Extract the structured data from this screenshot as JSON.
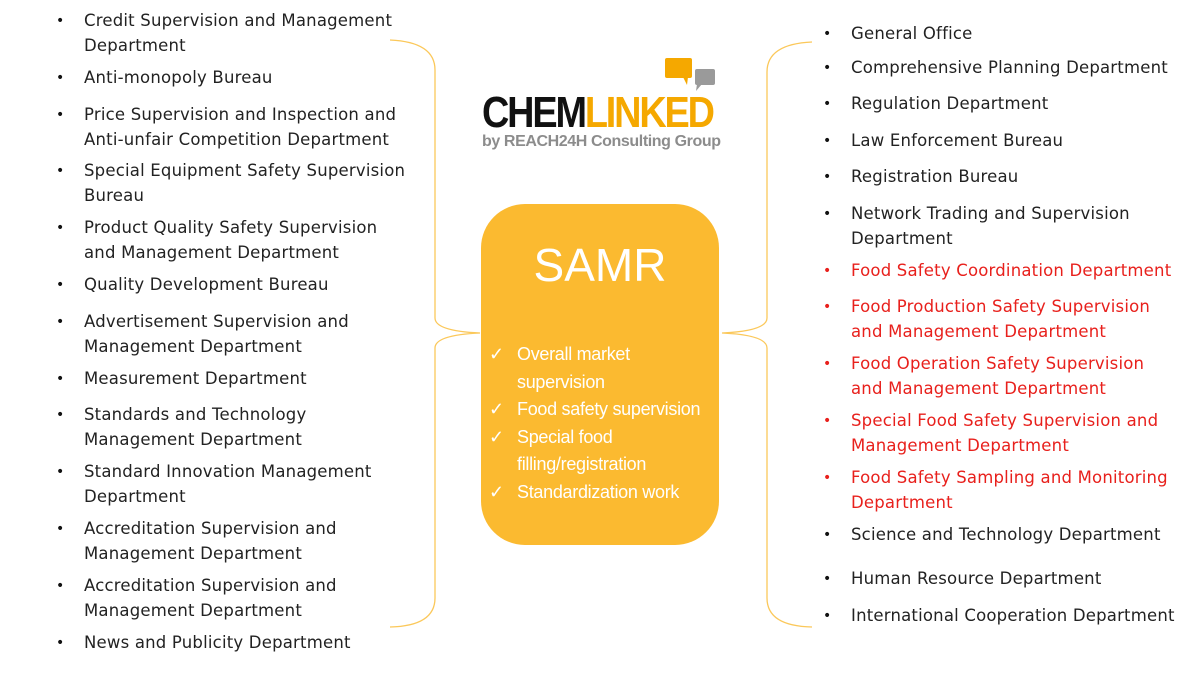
{
  "logo": {
    "part1": "CHEM",
    "part2": "LINKED",
    "sub": "by REACH24H Consulting Group",
    "dark": "#111111",
    "accent": "#f5a800",
    "grey": "#9a9a9a"
  },
  "center": {
    "title": "SAMR",
    "functions": [
      "Overall market supervision",
      "Food safety supervision",
      "Special food filling/registration",
      "Standardization work"
    ],
    "check": "✓",
    "color": "#fbba30"
  },
  "left_departments": [
    "Credit Supervision and Management Department",
    "Anti-monopoly Bureau",
    "Price Supervision and Inspection and Anti-unfair Competition Department",
    "Special Equipment Safety Supervision Bureau",
    "Product Quality Safety Supervision and Management Department",
    "Quality Development Bureau",
    "Advertisement Supervision and Management Department",
    "Measurement Department",
    "Standards and Technology Management Department",
    "Standard Innovation Management Department",
    "Accreditation Supervision and Management Department",
    "Accreditation Supervision and Management Department",
    "News and Publicity Department"
  ],
  "right_departments": [
    {
      "name": "General Office",
      "highlight": false
    },
    {
      "name": "Comprehensive Planning Department",
      "highlight": false
    },
    {
      "name": "Regulation Department",
      "highlight": false
    },
    {
      "name": "Law Enforcement Bureau",
      "highlight": false
    },
    {
      "name": "Registration Bureau",
      "highlight": false
    },
    {
      "name": "Network Trading and Supervision Department",
      "highlight": false
    },
    {
      "name": "Food Safety Coordination Department",
      "highlight": true
    },
    {
      "name": "Food Production Safety Supervision and Management Department",
      "highlight": true
    },
    {
      "name": "Food Operation Safety Supervision and Management Department",
      "highlight": true
    },
    {
      "name": "Special Food Safety Supervision and Management Department",
      "highlight": true
    },
    {
      "name": "Food Safety Sampling and Monitoring Department",
      "highlight": true
    },
    {
      "name": "Science and Technology Department",
      "highlight": false
    },
    {
      "name": "Human Resource Department",
      "highlight": false
    },
    {
      "name": "International Cooperation Department",
      "highlight": false
    }
  ],
  "highlight_color": "#e8201c",
  "bullet": "•"
}
